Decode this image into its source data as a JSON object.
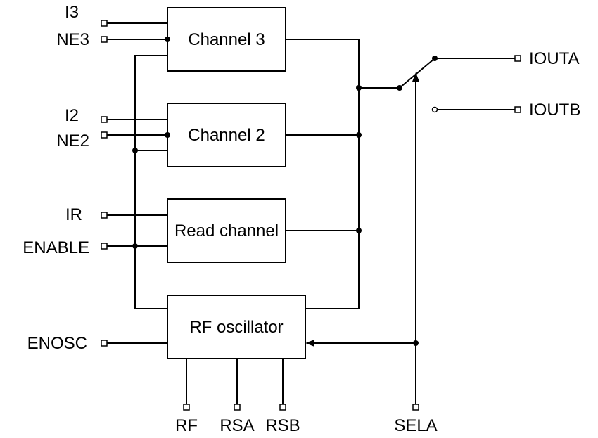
{
  "blocks": {
    "channel3": "Channel 3",
    "channel2": "Channel 2",
    "read_channel": "Read channel",
    "rf_oscillator": "RF oscillator"
  },
  "pins": {
    "i3": "I3",
    "ne3": "NE3",
    "i2": "I2",
    "ne2": "NE2",
    "ir": "IR",
    "enable": "ENABLE",
    "enosc": "ENOSC",
    "rf": "RF",
    "rsa": "RSA",
    "rsb": "RSB",
    "sela": "SELA",
    "iouta": "IOUTA",
    "ioutb": "IOUTB"
  }
}
